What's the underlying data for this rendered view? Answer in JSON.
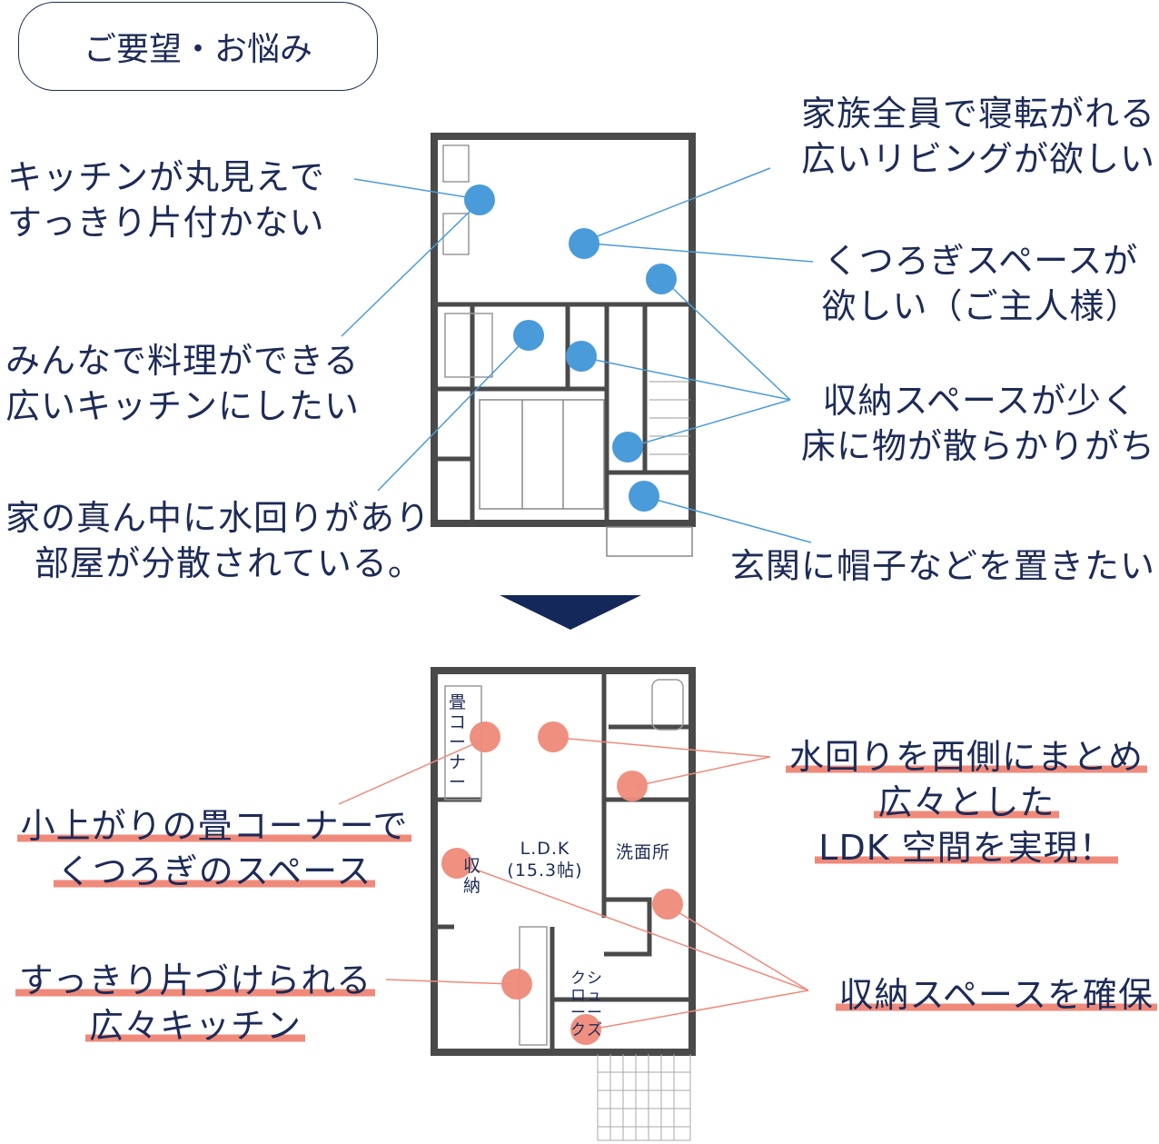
{
  "title": "ご要望・お悩み",
  "before": {
    "labels": [
      {
        "lines": [
          "キッチンが丸見えで",
          "すっきり片付かない"
        ]
      },
      {
        "lines": [
          "みんなで料理ができる",
          "広いキッチンにしたい"
        ]
      },
      {
        "lines": [
          "家の真ん中に水回りがあり",
          "部屋が分散されている。"
        ]
      },
      {
        "lines": [
          "家族全員で寝転がれる",
          "広いリビングが欲しい"
        ]
      },
      {
        "lines": [
          "くつろぎスペースが",
          "欲しい（ご主人様）"
        ]
      },
      {
        "lines": [
          "収納スペースが少く",
          "床に物が散らかりがち"
        ]
      },
      {
        "lines": [
          "玄関に帽子などを置きたい"
        ]
      }
    ]
  },
  "after": {
    "labels": [
      {
        "lines": [
          "水回りを西側にまとめ",
          "広々とした",
          "LDK 空間を実現！"
        ]
      },
      {
        "lines": [
          "小上がりの畳コーナーで",
          "くつろぎのスペース"
        ]
      },
      {
        "lines": [
          "すっきり片づけられる",
          "広々キッチン"
        ]
      },
      {
        "lines": [
          "収納スペースを確保"
        ]
      }
    ],
    "rooms": {
      "tatami": "畳コーナー",
      "storage": "収納",
      "ldk": "L.D.K",
      "ldk_size": "(15.3帖)",
      "washroom": "洗面所",
      "shoe1": "シューズ",
      "shoe2": "クローク"
    }
  },
  "colors": {
    "text": "#1d2b57",
    "blue": "#4a9bd9",
    "salmon": "#ef8a7a",
    "arrow": "#14285a"
  }
}
